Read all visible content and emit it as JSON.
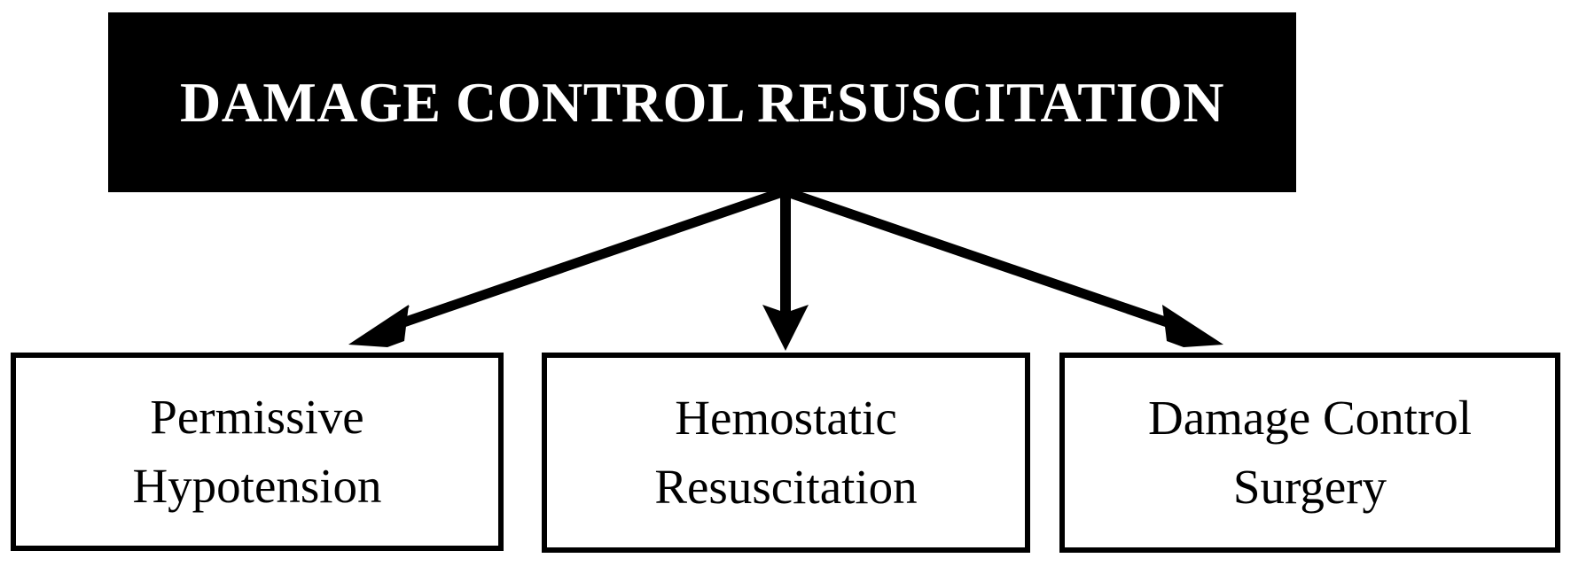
{
  "diagram": {
    "root": {
      "label": "DAMAGE CONTROL RESUSCITATION",
      "background_color": "#000000",
      "text_color": "#FFFFFF"
    },
    "branches": [
      {
        "id": "permissive-hypotension",
        "line1": "Permissive",
        "line2": "Hypotension",
        "arrow": "arrow-down-left"
      },
      {
        "id": "hemostatic-resuscitation",
        "line1": "Hemostatic",
        "line2": "Resuscitation",
        "arrow": "arrow-down"
      },
      {
        "id": "damage-control-surgery",
        "line1": "Damage Control",
        "line2": "Surgery",
        "arrow": "arrow-down-right"
      }
    ],
    "colors": {
      "stroke": "#000000",
      "fill": "#FFFFFF"
    }
  }
}
